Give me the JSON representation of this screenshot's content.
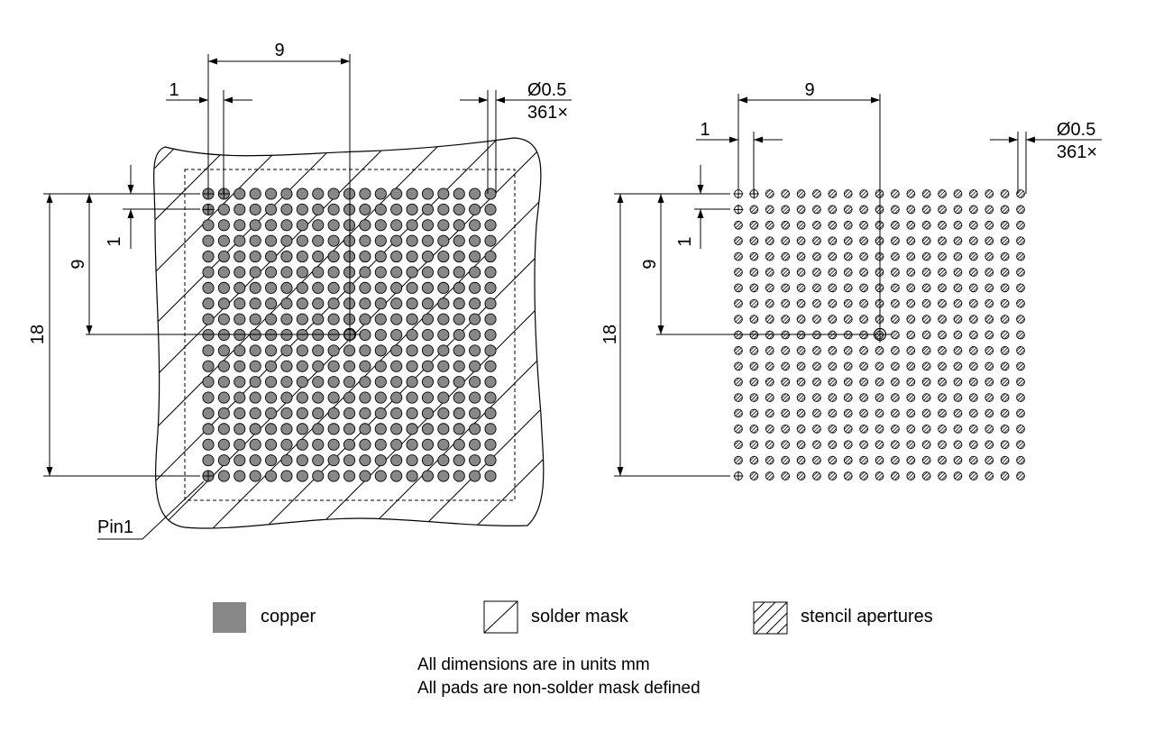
{
  "colors": {
    "copper": "#888888",
    "line": "#000000",
    "background": "#ffffff"
  },
  "grid": {
    "rows": 19,
    "cols": 19
  },
  "left_view": {
    "dim_top_pitch": "1",
    "dim_top_center": "9",
    "dim_pad_diameter": "Ø0.5",
    "dim_pad_count": "361×",
    "dim_side_pitch": "1",
    "dim_side_center": "9",
    "dim_side_total": "18",
    "pin1_label": "Pin1"
  },
  "right_view": {
    "dim_top_pitch": "1",
    "dim_top_center": "9",
    "dim_pad_diameter": "Ø0.5",
    "dim_pad_count": "361×",
    "dim_side_pitch": "1",
    "dim_side_center": "9",
    "dim_side_total": "18"
  },
  "legend": {
    "copper": "copper",
    "solder_mask": "solder mask",
    "stencil": "stencil apertures"
  },
  "notes": {
    "line1": "All dimensions are in units mm",
    "line2": "All pads are non-solder mask defined"
  }
}
